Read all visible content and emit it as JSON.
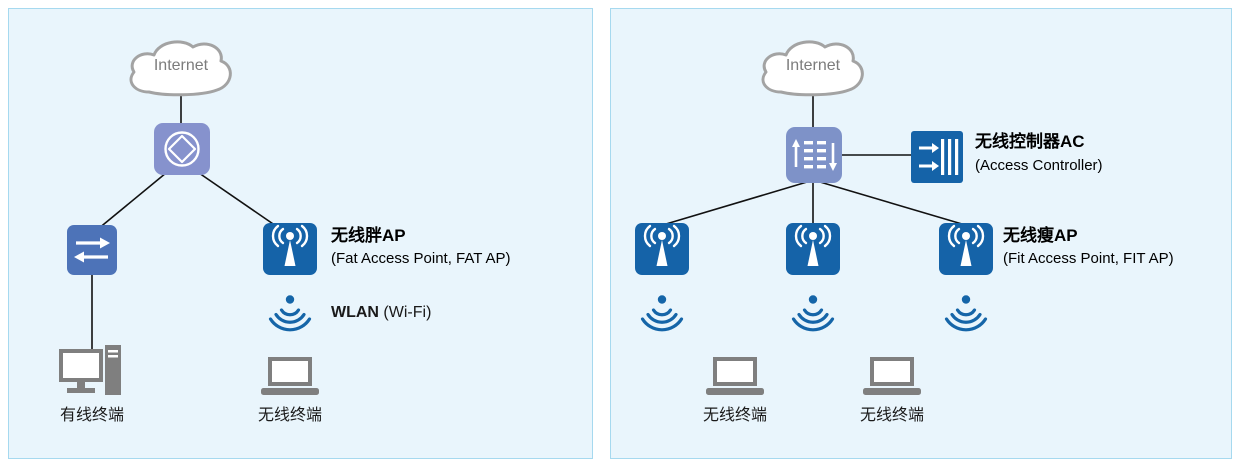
{
  "left_panel": {
    "internet": "Internet",
    "fat_ap_title": "无线胖AP",
    "fat_ap_subtitle": "(Fat Access Point, FAT AP)",
    "wlan_bold": "WLAN",
    "wlan_rest": " (Wi-Fi)",
    "wired_terminal": "有线终端",
    "wireless_terminal": "无线终端"
  },
  "right_panel": {
    "internet": "Internet",
    "ac_title": "无线控制器AC",
    "ac_subtitle": "(Access Controller)",
    "fit_ap_title": "无线瘦AP",
    "fit_ap_subtitle": "(Fit Access Point, FIT AP)",
    "wireless_terminal_1": "无线终端",
    "wireless_terminal_2": "无线终端"
  },
  "colors": {
    "panel_background": "#e9f5fc",
    "panel_border": "#a6d9ef",
    "ap_blue": "#1563a8",
    "router_periwinkle": "#8692cd",
    "core_switch_periwinkle": "#7e92c8",
    "switch_blue": "#4d73b8",
    "wifi_blue": "#1565a8",
    "terminal_gray": "#7f7f7f",
    "cloud_stroke": "#a3a3a3",
    "line": "#111111"
  },
  "icons": [
    "internet-cloud-icon",
    "router-icon",
    "switch-icon",
    "fat-ap-icon",
    "fit-ap-icon",
    "wlan-signal-icon",
    "desktop-icon",
    "laptop-icon",
    "core-switch-icon",
    "ac-icon"
  ]
}
